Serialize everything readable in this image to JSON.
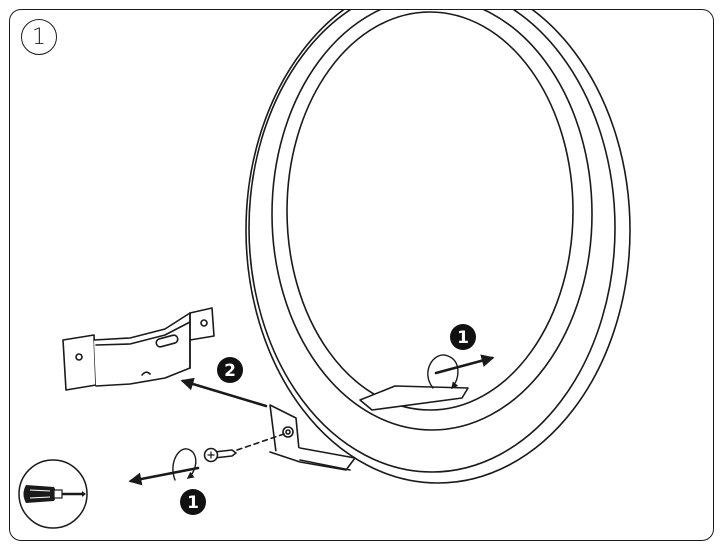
{
  "step_number": "1",
  "callouts": {
    "top_rotate": "1",
    "bracket_pull": "2",
    "screw_remove": "1"
  },
  "tool": "phillips-screwdriver",
  "colors": {
    "line": "#1a1a1a",
    "background": "#ffffff",
    "callout_fill": "#111111",
    "callout_text": "#ffffff"
  }
}
